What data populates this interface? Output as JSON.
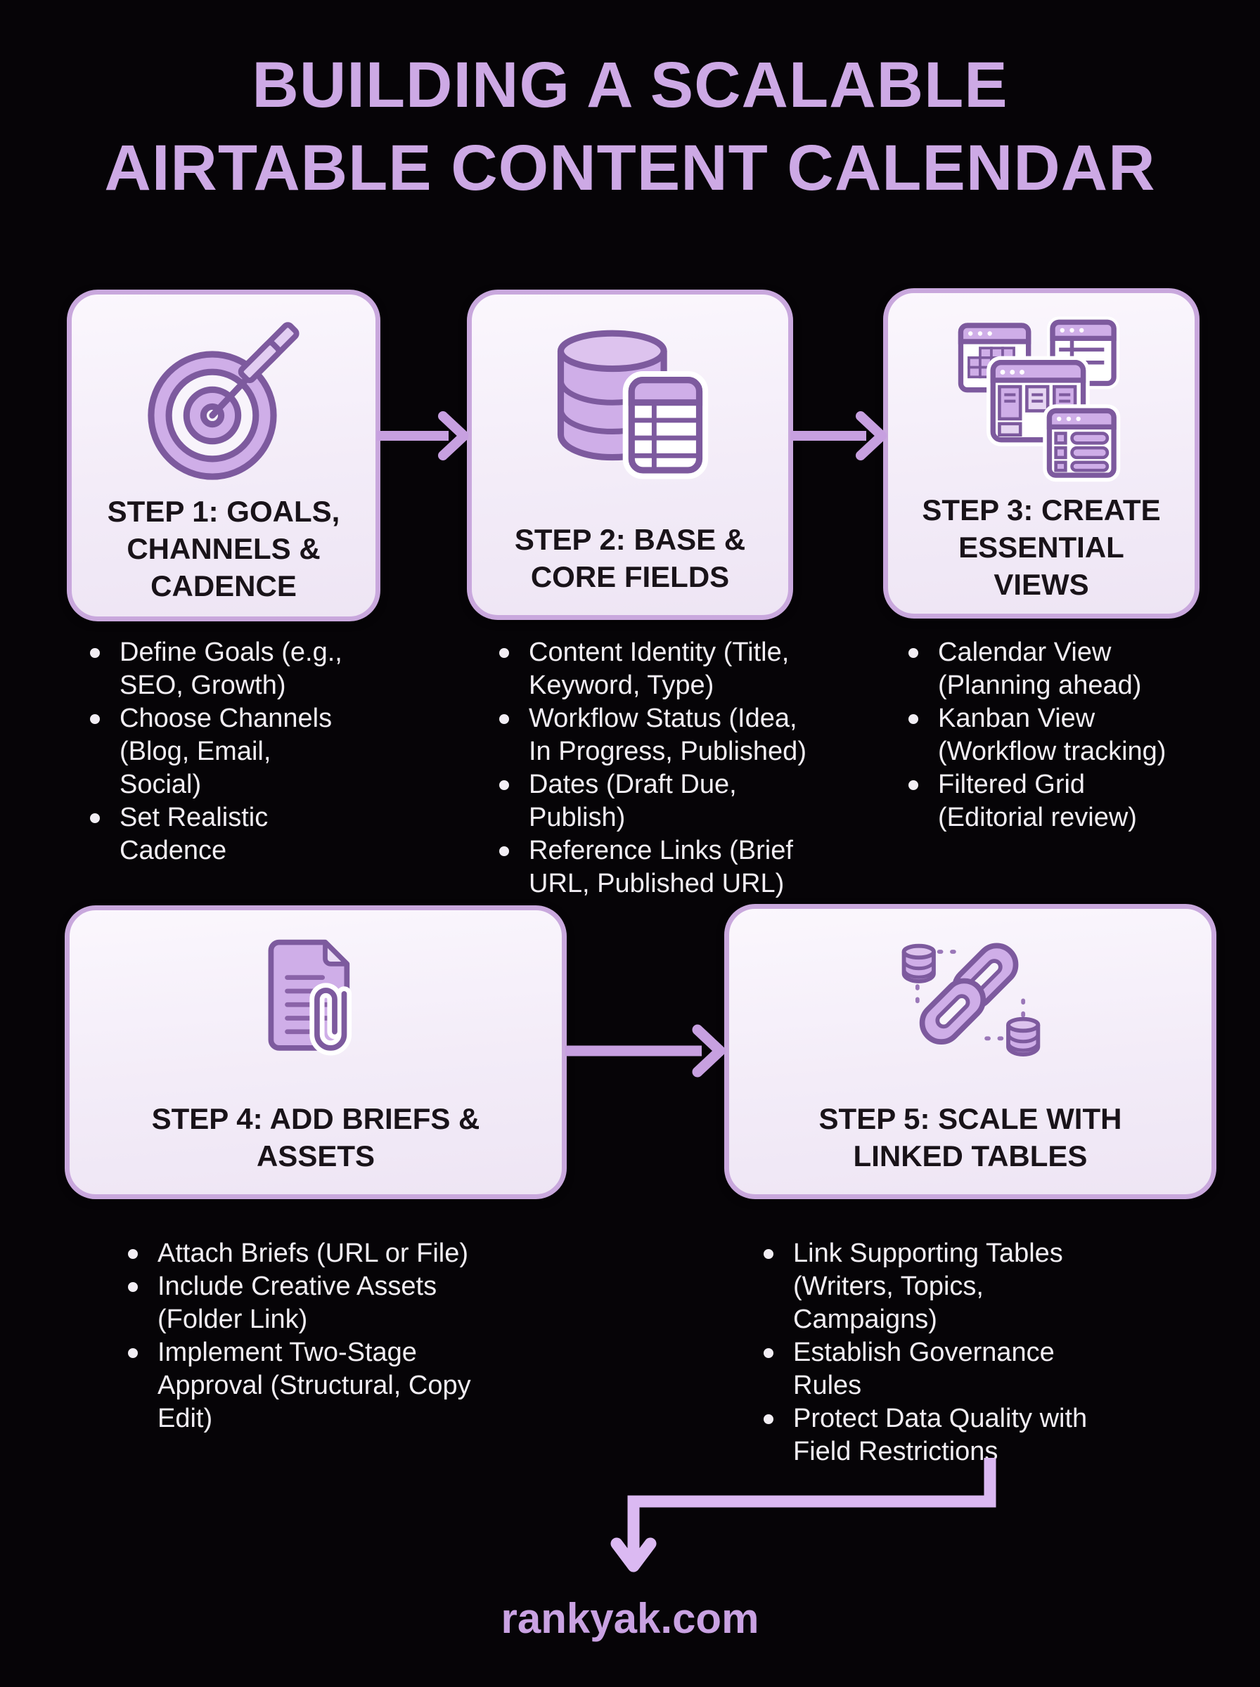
{
  "title": {
    "line1": "BUILDING A SCALABLE",
    "line2": "AIRTABLE CONTENT CALENDAR"
  },
  "steps": [
    {
      "title": "STEP 1: GOALS, CHANNELS & CADENCE",
      "icon": "target-arrow-icon",
      "bullets": [
        "Define Goals (e.g., SEO, Growth)",
        "Choose Channels (Blog, Email, Social)",
        "Set Realistic Cadence"
      ]
    },
    {
      "title": "STEP 2: BASE & CORE FIELDS",
      "icon": "database-table-icon",
      "bullets": [
        "Content Identity (Title, Keyword, Type)",
        "Workflow Status (Idea, In Progress, Published)",
        "Dates (Draft Due, Publish)",
        "Reference Links (Brief URL, Published URL)"
      ]
    },
    {
      "title": "STEP 3: CREATE ESSENTIAL VIEWS",
      "icon": "views-windows-icon",
      "bullets": [
        "Calendar View (Planning ahead)",
        "Kanban View (Workflow tracking)",
        "Filtered Grid (Editorial review)"
      ]
    },
    {
      "title": "STEP 4: ADD BRIEFS & ASSETS",
      "icon": "document-paperclip-icon",
      "bullets": [
        "Attach Briefs (URL or File)",
        "Include Creative Assets (Folder Link)",
        "Implement Two-Stage Approval (Structural, Copy Edit)"
      ]
    },
    {
      "title": "STEP 5: SCALE WITH LINKED TABLES",
      "icon": "linked-tables-icon",
      "bullets": [
        "Link Supporting Tables (Writers, Topics, Campaigns)",
        "Establish Governance Rules",
        "Protect Data Quality with Field Restrictions"
      ]
    }
  ],
  "footer": {
    "site": "rankyak.com"
  },
  "colors": {
    "background": "#060407",
    "title_purple": "#cda9e5",
    "box_fill": "#f5f0f8",
    "box_border": "#c9a8dd",
    "flow_arrow": "#c7a0e0",
    "bottom_arrow": "#dbb9f2",
    "step_title_text": "#191319",
    "bullet_text": "#f2eef4",
    "icon_stroke": "#7d5a9e",
    "icon_fill": "#cfaee8"
  }
}
